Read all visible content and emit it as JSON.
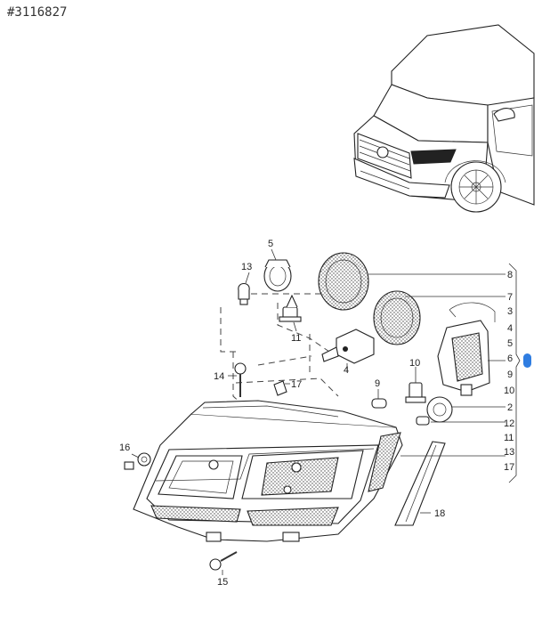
{
  "doc_id": "#3116827",
  "accent_color": "#2f7de1",
  "callouts": {
    "c5": "5",
    "c13": "13",
    "c11": "11",
    "c4": "4",
    "c10": "10",
    "c14": "14",
    "c17": "17",
    "c9": "9",
    "c16": "16",
    "c15": "15",
    "c18": "18"
  },
  "right_column": [
    "8",
    "7",
    "3",
    "4",
    "5",
    "6",
    "9",
    "10",
    "2",
    "12",
    "11",
    "13",
    "17"
  ]
}
